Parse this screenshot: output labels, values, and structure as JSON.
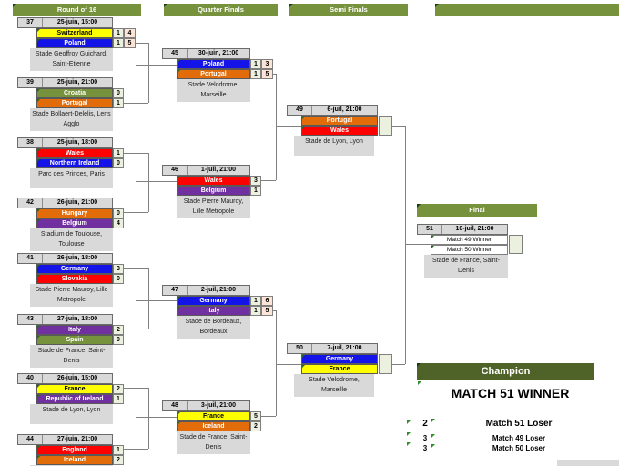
{
  "bracket": {
    "col_headers": [
      {
        "label": "Round of 16"
      },
      {
        "label": "Quarter Finals"
      },
      {
        "label": "Semi Finals"
      },
      {
        "label": ""
      }
    ],
    "final_header": "Final",
    "champion_header": "Champion"
  },
  "matches": [
    {
      "id": "37",
      "date": "25-juin, 15:00",
      "venue": "Stade Geoffroy Guichard, Saint-Etienne",
      "home": {
        "name": "Switzerland",
        "color": "yellow",
        "score": "1",
        "pens": "4"
      },
      "away": {
        "name": "Poland",
        "color": "blue",
        "score": "1",
        "pens": "5"
      }
    },
    {
      "id": "39",
      "date": "25-juin, 21:00",
      "venue": "Stade Bollaert-Delelis, Lens Agglo",
      "home": {
        "name": "Croatia",
        "color": "olive",
        "score": "0"
      },
      "away": {
        "name": "Portugal",
        "color": "orange",
        "score": "1"
      }
    },
    {
      "id": "38",
      "date": "25-juin, 18:00",
      "venue": "Parc des Princes, Paris",
      "home": {
        "name": "Wales",
        "color": "red",
        "score": "1"
      },
      "away": {
        "name": "Northern Ireland",
        "color": "blue",
        "score": "0"
      }
    },
    {
      "id": "42",
      "date": "26-juin, 21:00",
      "venue": "Stadium de Toulouse, Toulouse",
      "home": {
        "name": "Hungary",
        "color": "orange",
        "score": "0"
      },
      "away": {
        "name": "Belgium",
        "color": "purple",
        "score": "4"
      }
    },
    {
      "id": "41",
      "date": "26-juin, 18:00",
      "venue": "Stade Pierre Mauroy, Lille Metropole",
      "home": {
        "name": "Germany",
        "color": "blue",
        "score": "3"
      },
      "away": {
        "name": "Slovakia",
        "color": "red",
        "score": "0"
      }
    },
    {
      "id": "43",
      "date": "27-juin, 18:00",
      "venue": "Stade de France, Saint-Denis",
      "home": {
        "name": "Italy",
        "color": "purple",
        "score": "2"
      },
      "away": {
        "name": "Spain",
        "color": "olive",
        "score": "0"
      }
    },
    {
      "id": "40",
      "date": "26-juin, 15:00",
      "venue": "Stade de Lyon, Lyon",
      "home": {
        "name": "France",
        "color": "yellow",
        "score": "2"
      },
      "away": {
        "name": "Republic of Ireland",
        "color": "purple",
        "score": "1"
      }
    },
    {
      "id": "44",
      "date": "27-juin, 21:00",
      "venue": "",
      "home": {
        "name": "England",
        "color": "red",
        "score": "1"
      },
      "away": {
        "name": "Iceland",
        "color": "orange",
        "score": "2"
      }
    },
    {
      "id": "45",
      "date": "30-juin, 21:00",
      "venue": "Stade Velodrome, Marseille",
      "home": {
        "name": "Poland",
        "color": "blue",
        "score": "1",
        "pens": "3"
      },
      "away": {
        "name": "Portugal",
        "color": "orange",
        "score": "1",
        "pens": "5"
      }
    },
    {
      "id": "46",
      "date": "1-juil, 21:00",
      "venue": "Stade Pierre Mauroy, Lille Metropole",
      "home": {
        "name": "Wales",
        "color": "red",
        "score": "3"
      },
      "away": {
        "name": "Belgium",
        "color": "purple",
        "score": "1"
      }
    },
    {
      "id": "47",
      "date": "2-juil, 21:00",
      "venue": "Stade de Bordeaux, Bordeaux",
      "home": {
        "name": "Germany",
        "color": "blue",
        "score": "1",
        "pens": "6"
      },
      "away": {
        "name": "Italy",
        "color": "purple",
        "score": "1",
        "pens": "5"
      }
    },
    {
      "id": "48",
      "date": "3-juil, 21:00",
      "venue": "Stade de France, Saint-Denis",
      "home": {
        "name": "France",
        "color": "yellow",
        "score": "5"
      },
      "away": {
        "name": "Iceland",
        "color": "orange",
        "score": "2"
      }
    },
    {
      "id": "49",
      "date": "6-juil, 21:00",
      "venue": "Stade de Lyon, Lyon",
      "home": {
        "name": "Portugal",
        "color": "orange"
      },
      "away": {
        "name": "Wales",
        "color": "red"
      }
    },
    {
      "id": "50",
      "date": "7-juil, 21:00",
      "venue": "Stade Velodrome, Marseille",
      "home": {
        "name": "Germany",
        "color": "blue"
      },
      "away": {
        "name": "France",
        "color": "yellow"
      }
    },
    {
      "id": "51",
      "date": "10-juil, 21:00",
      "venue": "Stade de France, Saint-Denis",
      "home": {
        "name": "Match 49 Winner",
        "color": "white"
      },
      "away": {
        "name": "Match 50 Winner",
        "color": "white"
      }
    }
  ],
  "champion": {
    "winner_text": "MATCH 51 WINNER",
    "placements": [
      {
        "rank": "2",
        "label": "Match 51 Loser"
      },
      {
        "rank": "3",
        "label": "Match 49 Loser"
      },
      {
        "rank": "3",
        "label": "Match 50 Loser"
      }
    ]
  },
  "colors": {
    "header_green": "#76923C",
    "champion_green": "#4F6228",
    "team_yellow": "#FFFF00",
    "team_blue": "#1414E8",
    "team_red": "#FE0000",
    "team_orange": "#E26B0A",
    "team_purple": "#7030A0",
    "team_olive": "#76923C",
    "score_fill": "#EBF1DE",
    "penalty_fill": "#FCE4D6",
    "panel_gray": "#D9D9D9"
  }
}
